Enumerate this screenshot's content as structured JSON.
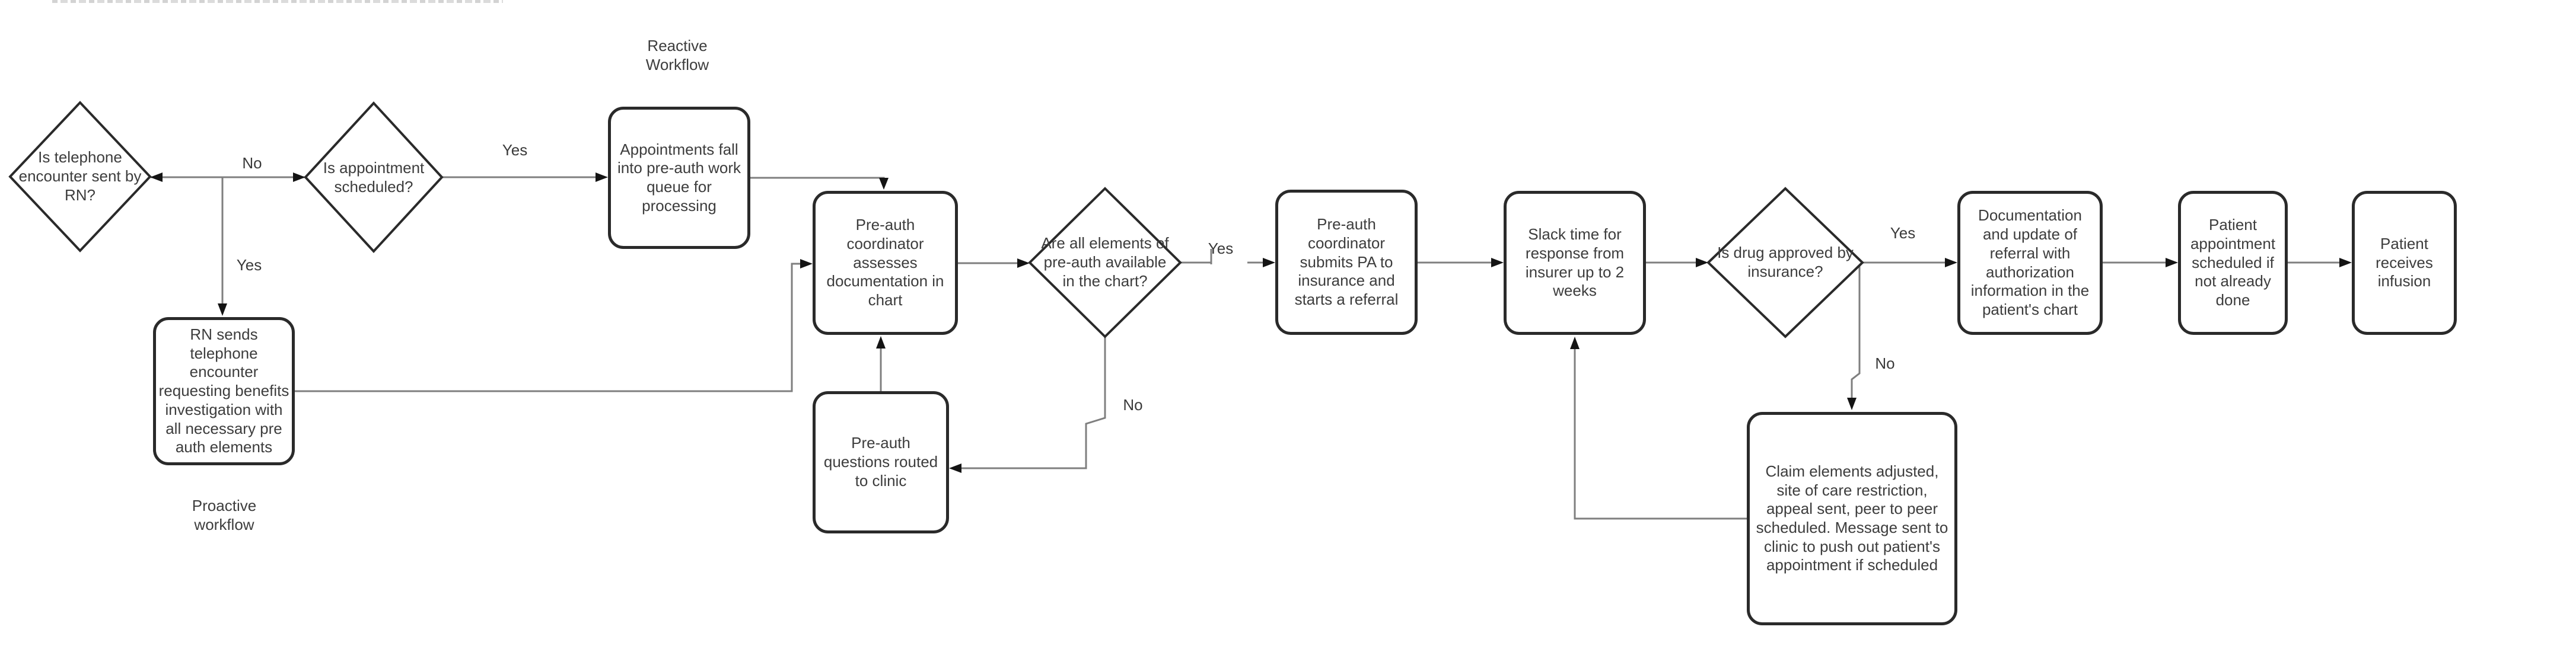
{
  "diagram": {
    "annotations": [
      {
        "id": "reactive",
        "text": "Reactive\nWorkflow"
      },
      {
        "id": "proactive",
        "text": "Proactive\nworkflow"
      }
    ],
    "nodes": [
      {
        "id": "q_telephone",
        "type": "decision",
        "label": "Is telephone encounter sent by RN?"
      },
      {
        "id": "q_appointment",
        "type": "decision",
        "label": "Is appointment scheduled?"
      },
      {
        "id": "appointments_queue",
        "type": "process",
        "label": "Appointments fall into  pre-auth work queue for processing"
      },
      {
        "id": "rn_sends",
        "type": "process",
        "label": "RN sends telephone encounter requesting benefits investigation with all necessary pre auth elements"
      },
      {
        "id": "assess_docs",
        "type": "process",
        "label": "Pre-auth coordinator assesses documentation in chart"
      },
      {
        "id": "q_elements",
        "type": "decision",
        "label": "Are all elements of pre-auth available in the chart?"
      },
      {
        "id": "questions_routed",
        "type": "process",
        "label": "Pre-auth questions routed to clinic"
      },
      {
        "id": "submits_pa",
        "type": "process",
        "label": "Pre-auth coordinator submits PA to insurance and starts a referral"
      },
      {
        "id": "slack_time",
        "type": "process",
        "label": "Slack time for response from insurer up to 2 weeks"
      },
      {
        "id": "q_drug_approved",
        "type": "decision",
        "label": "Is drug approved by insurance?"
      },
      {
        "id": "documentation_update",
        "type": "process",
        "label": "Documentation and update of referral with authorization information in the patient's chart"
      },
      {
        "id": "appt_scheduled",
        "type": "process",
        "label": "Patient appointment scheduled if not already done"
      },
      {
        "id": "receives_infusion",
        "type": "process",
        "label": "Patient receives infusion"
      },
      {
        "id": "claim_adjusted",
        "type": "process",
        "label": "Claim elements adjusted, site of care restriction, appeal sent, peer to peer scheduled. Message sent to clinic to push out patient's appointment if scheduled"
      }
    ],
    "edge_labels": [
      {
        "id": "no_telephone",
        "text": "No"
      },
      {
        "id": "yes_telephone",
        "text": "Yes"
      },
      {
        "id": "yes_appointment",
        "text": "Yes"
      },
      {
        "id": "yes_elements",
        "text": "Yes"
      },
      {
        "id": "no_elements",
        "text": "No"
      },
      {
        "id": "yes_drug",
        "text": "Yes"
      },
      {
        "id": "no_drug",
        "text": "No"
      }
    ],
    "colors": {
      "shape_border": "#2a2a2a",
      "connector": "#7f7f7f",
      "arrowhead": "#141414",
      "text": "#3d3d3d",
      "background": "#ffffff"
    }
  }
}
